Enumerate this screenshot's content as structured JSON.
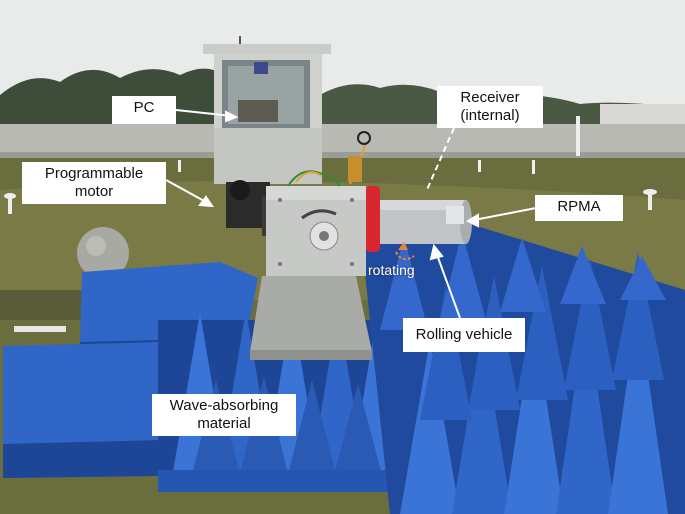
{
  "labels": {
    "pc": "PC",
    "receiver": "Receiver\n(internal)",
    "programmable_motor": "Programmable\nmotor",
    "rpma": "RPMA",
    "rolling_vehicle": "Rolling vehicle",
    "wave_absorbing": "Wave-absorbing\nmaterial",
    "rotating": "rotating"
  },
  "colors": {
    "sky": "#e9eaea",
    "trees": "#3e4d3a",
    "wall": "#b9b9b3",
    "ground": "#6a6d3d",
    "absorber_blue": "#2f66c8",
    "absorber_dark": "#1d4696",
    "booth": "#cfd1cd",
    "motor_box": "#c7c9c6",
    "rpma_red": "#d9272f",
    "cylinder": "#c0c4c6"
  }
}
